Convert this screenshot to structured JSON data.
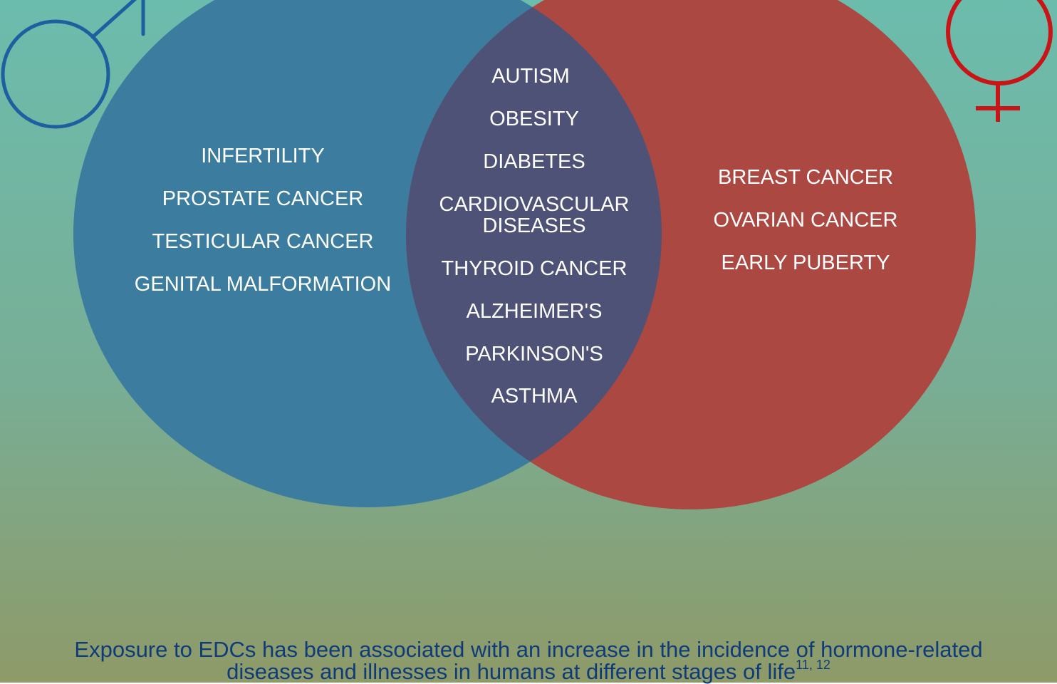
{
  "colors": {
    "background_top": "#6cbcad",
    "background_mid": "#78ae96",
    "background_bottom": "#8e9a68",
    "male_circle": "#3b7c9f",
    "female_circle": "#ab4842",
    "overlap": "#4f5277",
    "male_symbol": "#1e5fa0",
    "female_symbol": "#c81618",
    "caption_text": "#0f3c78",
    "label_text": "#ffffff"
  },
  "icons": {
    "male": "male-symbol-icon",
    "female": "female-symbol-icon"
  },
  "male_items": [
    "INFERTILITY",
    "PROSTATE CANCER",
    "TESTICULAR CANCER",
    "GENITAL MALFORMATION"
  ],
  "shared_items": [
    "AUTISM",
    "OBESITY",
    "DIABETES",
    "CARDIOVASCULAR",
    "DISEASES",
    "THYROID CANCER",
    "ALZHEIMER'S",
    "PARKINSON'S",
    "ASTHMA"
  ],
  "female_items": [
    "BREAST CANCER",
    "OVARIAN CANCER",
    "EARLY PUBERTY"
  ],
  "caption": {
    "line1": "Exposure to EDCs has been associated with an increase in the incidence of hormone-related",
    "line2": "diseases and illnesses in humans at different stages of life",
    "refs": "11, 12"
  }
}
